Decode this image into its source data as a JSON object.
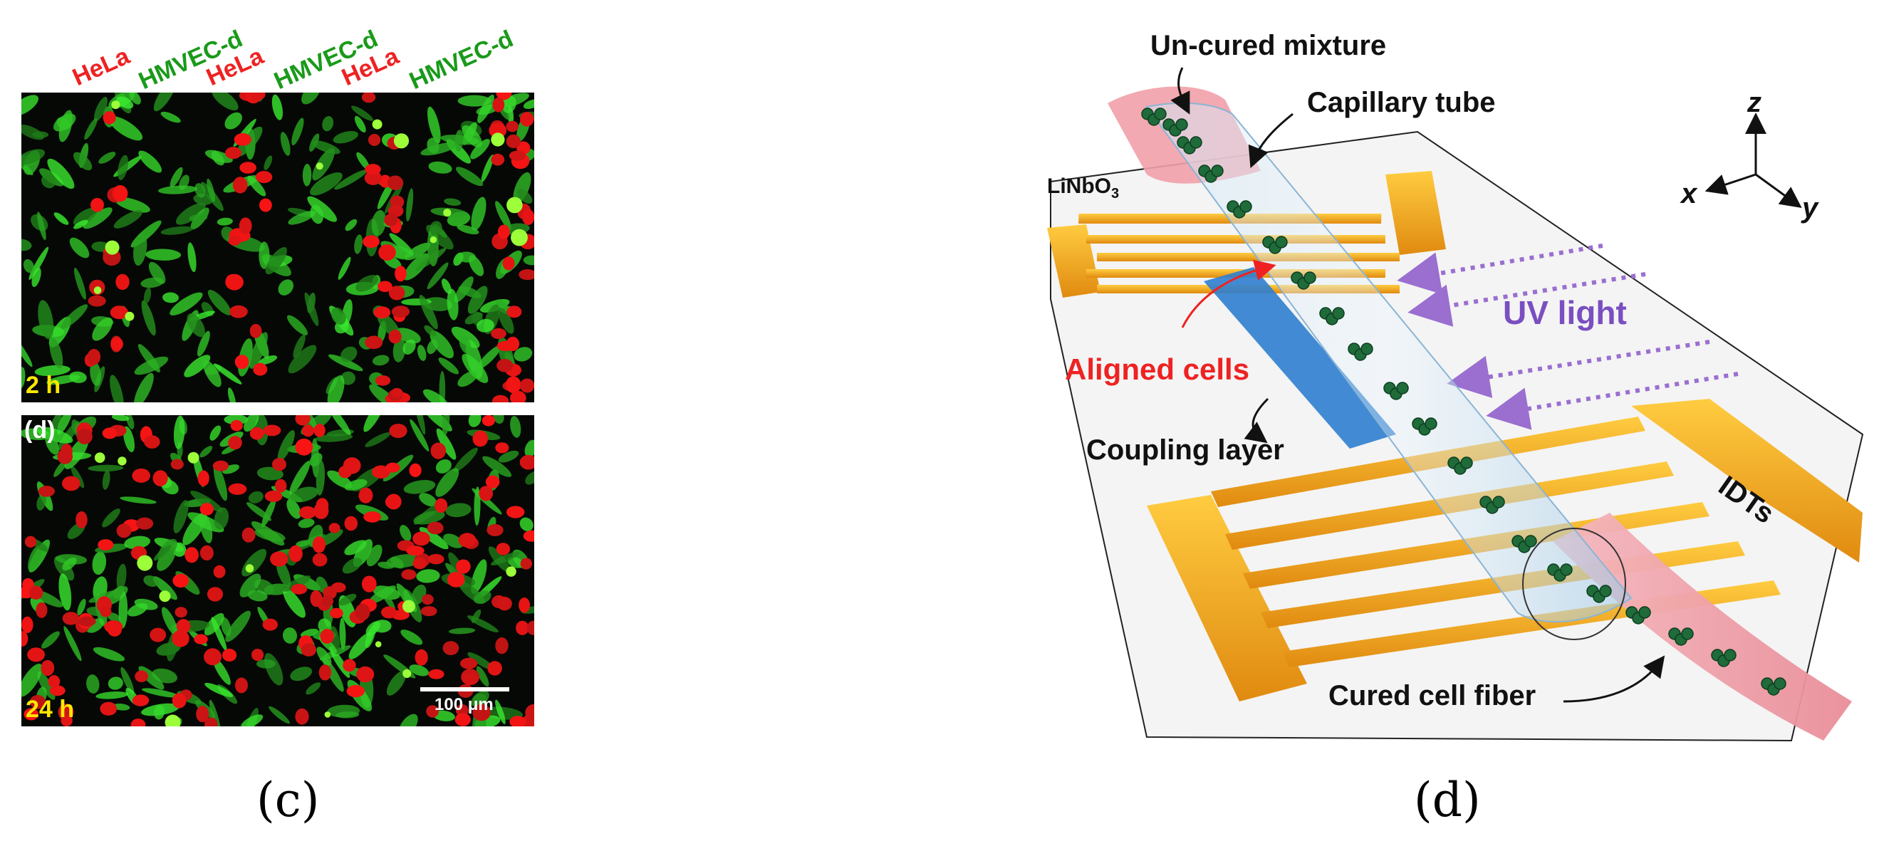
{
  "panel_c": {
    "cell_labels": [
      "HeLa",
      "HMVEC-d",
      "HeLa",
      "HMVEC-d",
      "HeLa",
      "HMVEC-d"
    ],
    "top_time": "2 h",
    "bottom_time": "24 h",
    "inset_letter": "(d)",
    "scale_bar": "100 μm",
    "caption": "(c)",
    "colors": {
      "hela": "#ee2222",
      "hmvec": "#1a9a1a",
      "time": "#ffe800"
    }
  },
  "panel_d": {
    "labels": {
      "uncured": "Un-cured mixture",
      "capillary": "Capillary tube",
      "substrate": "LiNbO",
      "substrate_sub": "3",
      "uv": "UV light",
      "aligned": "Aligned cells",
      "coupling": "Coupling layer",
      "idts": "IDTs",
      "cured": "Cured cell fiber"
    },
    "axes": {
      "x": "x",
      "y": "y",
      "z": "z"
    },
    "caption": "(d)",
    "colors": {
      "electrode": "#f0a020",
      "fiber": "#f2a0a8",
      "coupling": "#2f7fd0",
      "uv": "#9a6fd0",
      "aligned": "#ee2222"
    }
  }
}
